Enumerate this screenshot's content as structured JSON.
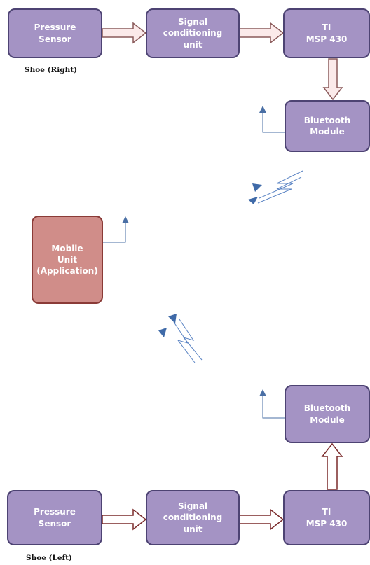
{
  "right_shoe": {
    "caption": "Shoe (Right)",
    "pressure_sensor": "Pressure\nSensor",
    "signal_unit": "Signal\nconditioning\nunit",
    "mcu": "TI\nMSP 430",
    "bluetooth": "Bluetooth\nModule"
  },
  "mobile": {
    "label": "Mobile\nUnit\n(Application)"
  },
  "left_shoe": {
    "caption": "Shoe (Left)",
    "pressure_sensor": "Pressure\nSensor",
    "signal_unit": "Signal\nconditioning\nunit",
    "mcu": "TI\nMSP 430",
    "bluetooth": "Bluetooth\nModule"
  },
  "colors": {
    "block_fill": "#a493c4",
    "block_border": "#4d4373",
    "mobile_fill": "#d08d89",
    "mobile_border": "#8a3b37",
    "right_arrow_fill": "#fbeaea",
    "right_arrow_stroke": "#8a5a5a",
    "left_arrow_fill": "#ffffff",
    "left_arrow_stroke": "#7a2a2a",
    "antenna": "#4a6fa5",
    "wireless": "#5b84c4"
  }
}
